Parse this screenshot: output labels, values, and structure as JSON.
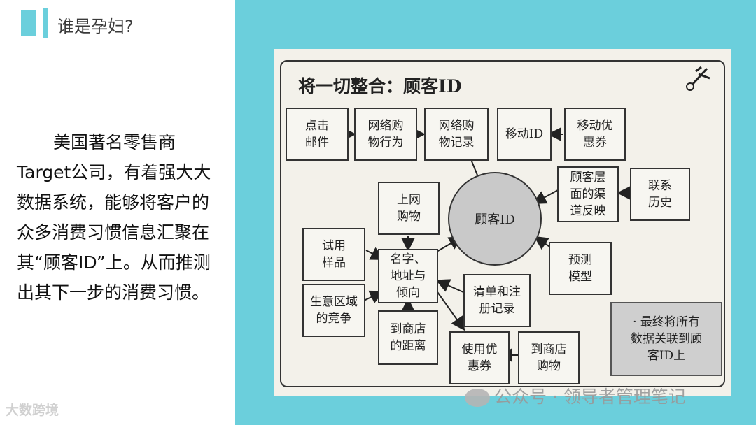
{
  "header": {
    "title": "谁是孕妇?"
  },
  "left_text": "美国著名零售商Target公司，有着强大大数据系统，能够将客户的众多消费习惯信息汇聚在其“顾客ID”上。从而推测出其下一步的消费习惯。",
  "watermark_left": "大数跨境",
  "watermark_right": "公众号 · 领导者管理笔记",
  "diagram": {
    "title": "将一切整合：顾客ID",
    "center": "顾客ID",
    "nodes": {
      "click_mail": "点击\n邮件",
      "web_behavior": "网络购\n物行为",
      "web_record": "网络购\n物记录",
      "mobile_id": "移动ID",
      "mobile_coupon": "移动优\n惠券",
      "channel": "顾客层\n面的渠\n道反映",
      "contact_history": "联系\n历史",
      "online_shop": "上网\n购物",
      "trial": "试用\n样品",
      "name_addr": "名字、\n地址与\n倾向",
      "predict": "预测\n模型",
      "list_reg": "清单和注\n册记录",
      "biz_area": "生意区域\n的竞争",
      "store_distance": "到商店\n的距离",
      "use_coupon": "使用优\n惠券",
      "store_shop": "到商店\n购物",
      "final": "· 最终将所有\n数据关联到顾\n客ID上"
    }
  }
}
